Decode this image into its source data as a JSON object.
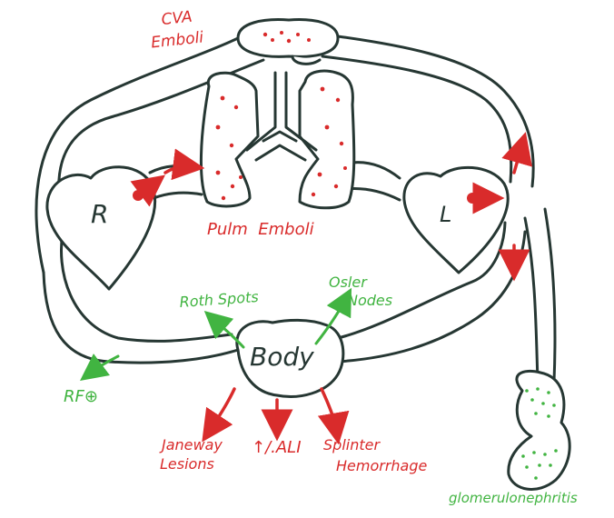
{
  "labels": {
    "brain": "CVA\nEmboli",
    "lungs": "Pulm  Emboli",
    "right_heart": "R",
    "left_heart": "L",
    "body": "Body",
    "roth_spots": "Roth Spots",
    "osler_nodes": "Osler\nNodes",
    "rf": "RF⊕",
    "janeway": "Janeway\nLesions",
    "ali": "↑/.ALI",
    "splinter": "Splinter\nHemorrhage",
    "kidney": "glomerulonephritis"
  },
  "colors": {
    "outline": "#263733",
    "embolic": "#d92b2b",
    "immunologic": "#41b441",
    "background": "#ffffff"
  }
}
